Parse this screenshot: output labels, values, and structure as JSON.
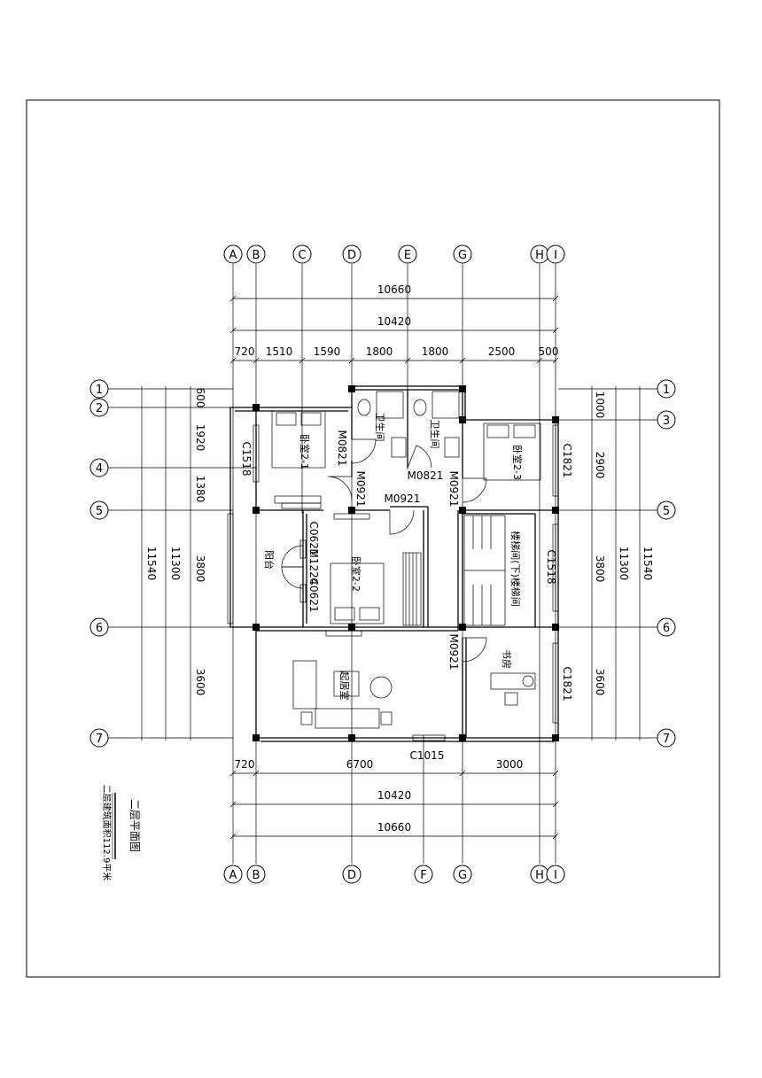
{
  "drawing": {
    "title": "二层平面图",
    "subtitle": "二层建筑面积112.9平米"
  },
  "grid_letters": [
    "A",
    "B",
    "C",
    "D",
    "E",
    "F",
    "G",
    "H",
    "I"
  ],
  "grid_numbers": [
    "1",
    "2",
    "3",
    "4",
    "5",
    "6",
    "7"
  ],
  "dims_top": {
    "overall_outer": "10660",
    "overall_inner": "10420",
    "segments": [
      "720",
      "1510",
      "1590",
      "1800",
      "1800",
      "2500",
      "500"
    ]
  },
  "dims_bottom": {
    "segments": [
      "720",
      "6700",
      "3000"
    ],
    "overall_inner": "10420",
    "overall_outer": "10660"
  },
  "dims_left": {
    "segments": [
      "600",
      "1920",
      "1380",
      "3800",
      "3600"
    ],
    "overall_inner": "11300",
    "overall_outer": "11540"
  },
  "dims_right": {
    "segments": [
      "1000",
      "2900",
      "3800",
      "3600"
    ],
    "overall_inner": "11300",
    "overall_outer": "11540"
  },
  "rooms": {
    "bedroom_2_1": "卧室2-1",
    "bedroom_2_2": "卧室2-2",
    "bedroom_2_3": "卧室2-3",
    "bath_1": "卫生间",
    "bath_2": "卫生间",
    "balcony": "阳台",
    "stair": "楼梯间(下)楼梯间",
    "study": "书房",
    "living": "起居室"
  },
  "openings": {
    "c1518_left": "C1518",
    "m0821_a": "M0821",
    "m0921_a": "M0921",
    "m0821_b": "M0821",
    "m0921_b": "M0921",
    "m0921_c": "M0921",
    "c1821_top": "C1821",
    "c0621_a": "C0621",
    "m1224": "M1224",
    "c0621_b": "C0621",
    "c1518_right": "C1518",
    "m0921_d": "M0921",
    "c1821_bottom": "C1821",
    "c1015": "C1015"
  }
}
